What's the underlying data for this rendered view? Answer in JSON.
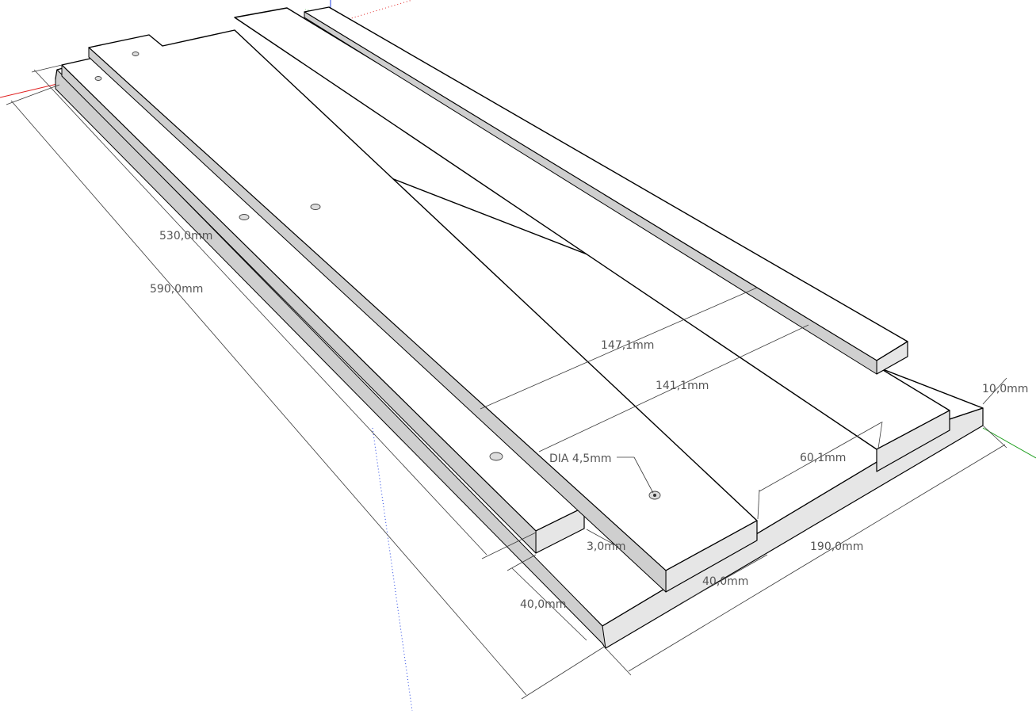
{
  "dimensions": {
    "d530": "530,0mm",
    "d590": "590,0mm",
    "d147": "147,1mm",
    "d141": "141,1mm",
    "d10": "10,0mm",
    "d60": "60,1mm",
    "dia": "DIA 4,5mm",
    "d3": "3,0mm",
    "d40a": "40,0mm",
    "d40b": "40,0mm",
    "d190": "190,0mm"
  },
  "colors": {
    "axis_red": "#e02020",
    "axis_green": "#20a020",
    "axis_blue": "#2040e0",
    "face_top": "#ffffff",
    "face_side": "#e6e6e6"
  }
}
